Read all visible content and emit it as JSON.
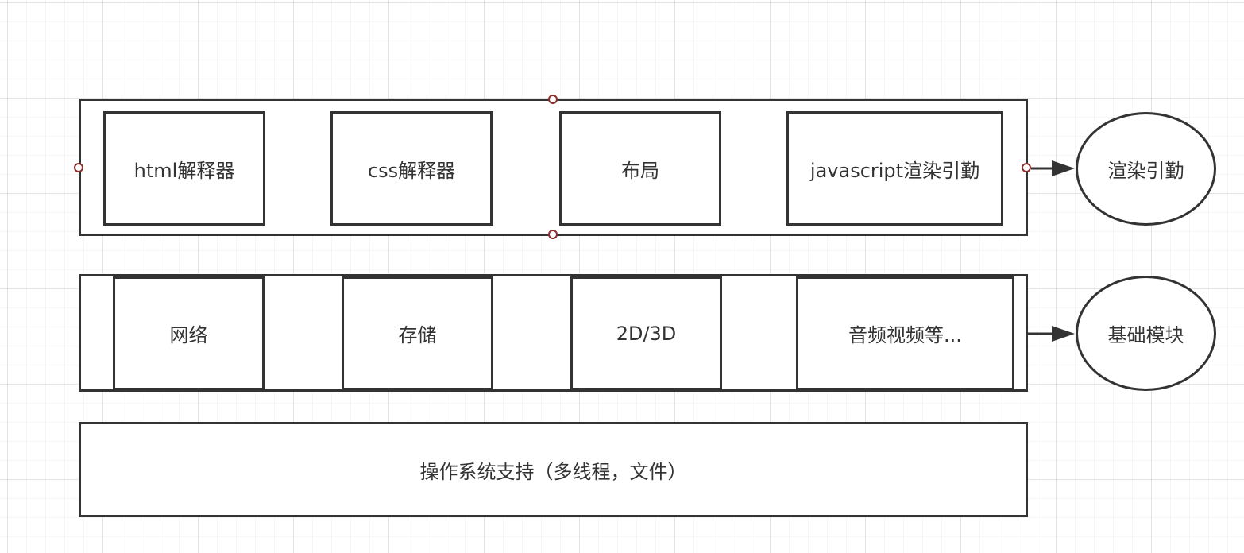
{
  "render_layer": {
    "modules": [
      {
        "label": "html解释器"
      },
      {
        "label": "css解释器"
      },
      {
        "label": "布局"
      },
      {
        "label": "javascript渲染引勤"
      }
    ],
    "target": "渲染引勤"
  },
  "base_layer": {
    "modules": [
      {
        "label": "网络"
      },
      {
        "label": "存储"
      },
      {
        "label": "2D/3D"
      },
      {
        "label": "音频视频等..."
      }
    ],
    "target": "基础模块"
  },
  "os_layer": {
    "label": "操作系统支持（多线程，文件）"
  }
}
